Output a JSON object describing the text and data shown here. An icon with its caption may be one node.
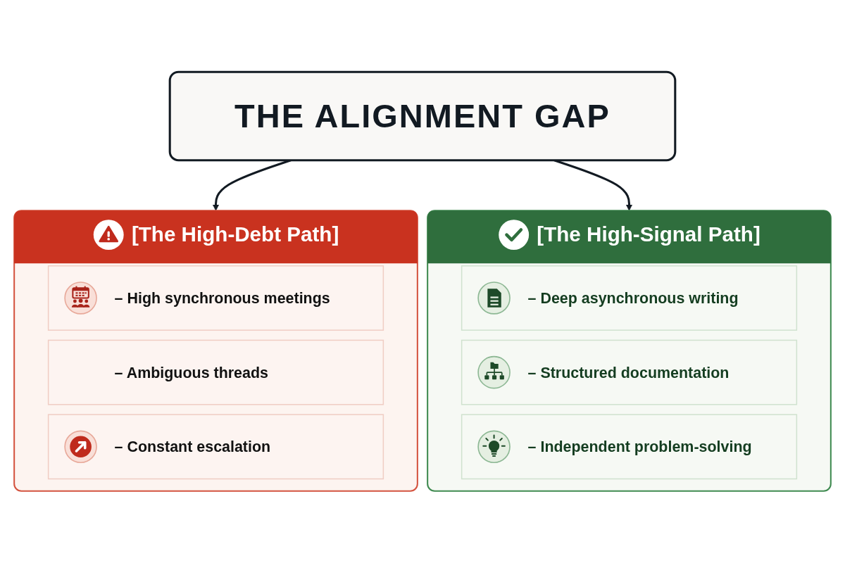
{
  "diagram": {
    "nodes": [
      {
        "text": [
          "THE ALIGNMENT GAP"
        ]
      },
      {
        "text": [
          "[The High-Debt Path]"
        ]
      },
      {
        "text": [
          "– High synchronous meetings"
        ],
        "in": 1
      },
      {
        "text": [
          "– Ambiguous threads"
        ],
        "in": 1
      },
      {
        "text": [
          "– Constant escalation"
        ],
        "in": 1
      },
      {
        "text": [
          "[The High-Signal Path]"
        ]
      },
      {
        "text": [
          "– Deep asynchronous writing"
        ],
        "in": 5
      },
      {
        "text": [
          "– Structured documentation"
        ],
        "in": 5
      },
      {
        "text": [
          "– Independent problem-solving"
        ],
        "in": 5
      }
    ],
    "edges": [
      {
        "from": 0,
        "to": 1,
        "arrow": "to"
      },
      {
        "from": 0,
        "to": 5,
        "arrow": "to"
      }
    ]
  }
}
